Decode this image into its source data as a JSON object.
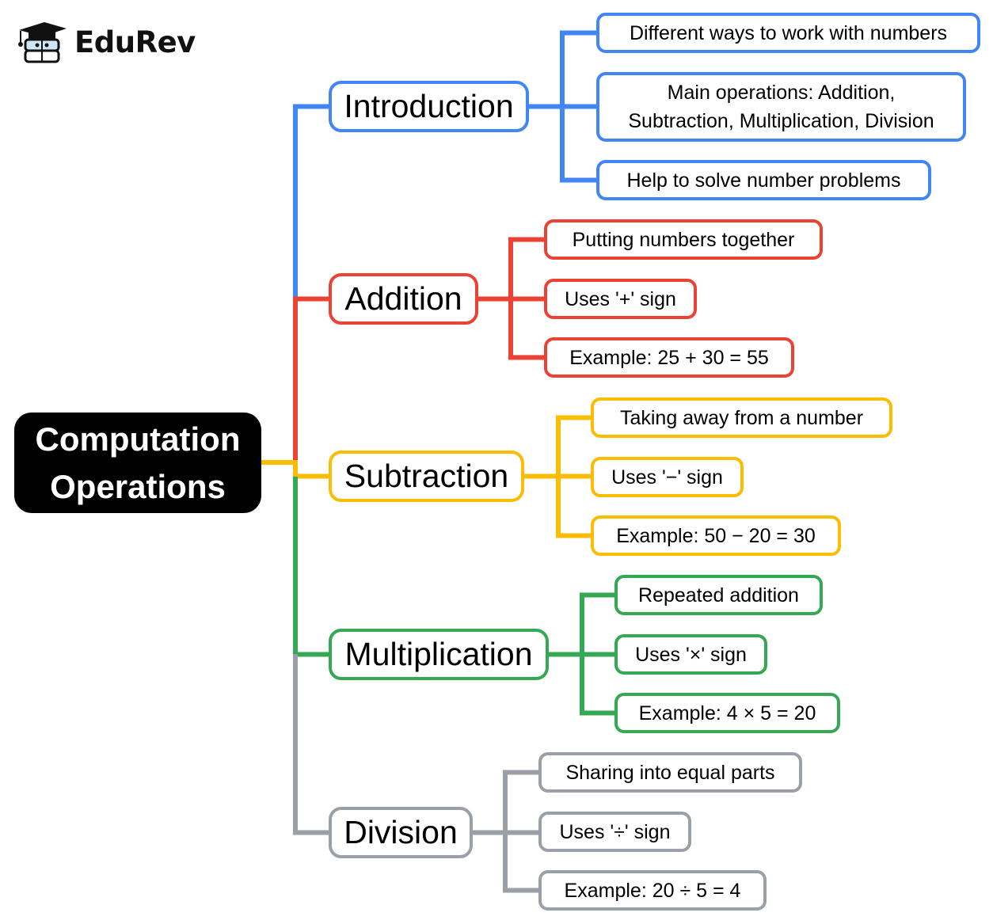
{
  "brand": {
    "name": "EduRev",
    "icon": "graduation-cap-mascot-icon"
  },
  "colors": {
    "introduction": "#4285f4",
    "addition": "#ea4335",
    "subtraction": "#fbbc04",
    "multiplication": "#34a853",
    "division": "#9aa0a6",
    "root_bg": "#000000",
    "root_text": "#ffffff"
  },
  "root": {
    "label_line1": "Computation",
    "label_line2": "Operations"
  },
  "branches": [
    {
      "key": "introduction",
      "label": "Introduction",
      "children": [
        "Different ways to work with numbers",
        "Main operations: Addition,\nSubtraction, Multiplication, Division",
        "Help to solve number problems"
      ]
    },
    {
      "key": "addition",
      "label": "Addition",
      "children": [
        "Putting numbers together",
        "Uses '+' sign",
        "Example: 25 + 30 = 55"
      ]
    },
    {
      "key": "subtraction",
      "label": "Subtraction",
      "children": [
        "Taking away from a number",
        "Uses '−' sign",
        "Example: 50 − 20 = 30"
      ]
    },
    {
      "key": "multiplication",
      "label": "Multiplication",
      "children": [
        "Repeated addition",
        "Uses '×' sign",
        "Example: 4 × 5 = 20"
      ]
    },
    {
      "key": "division",
      "label": "Division",
      "children": [
        "Sharing into equal parts",
        "Uses '÷' sign",
        "Example: 20 ÷ 5 = 4"
      ]
    }
  ]
}
